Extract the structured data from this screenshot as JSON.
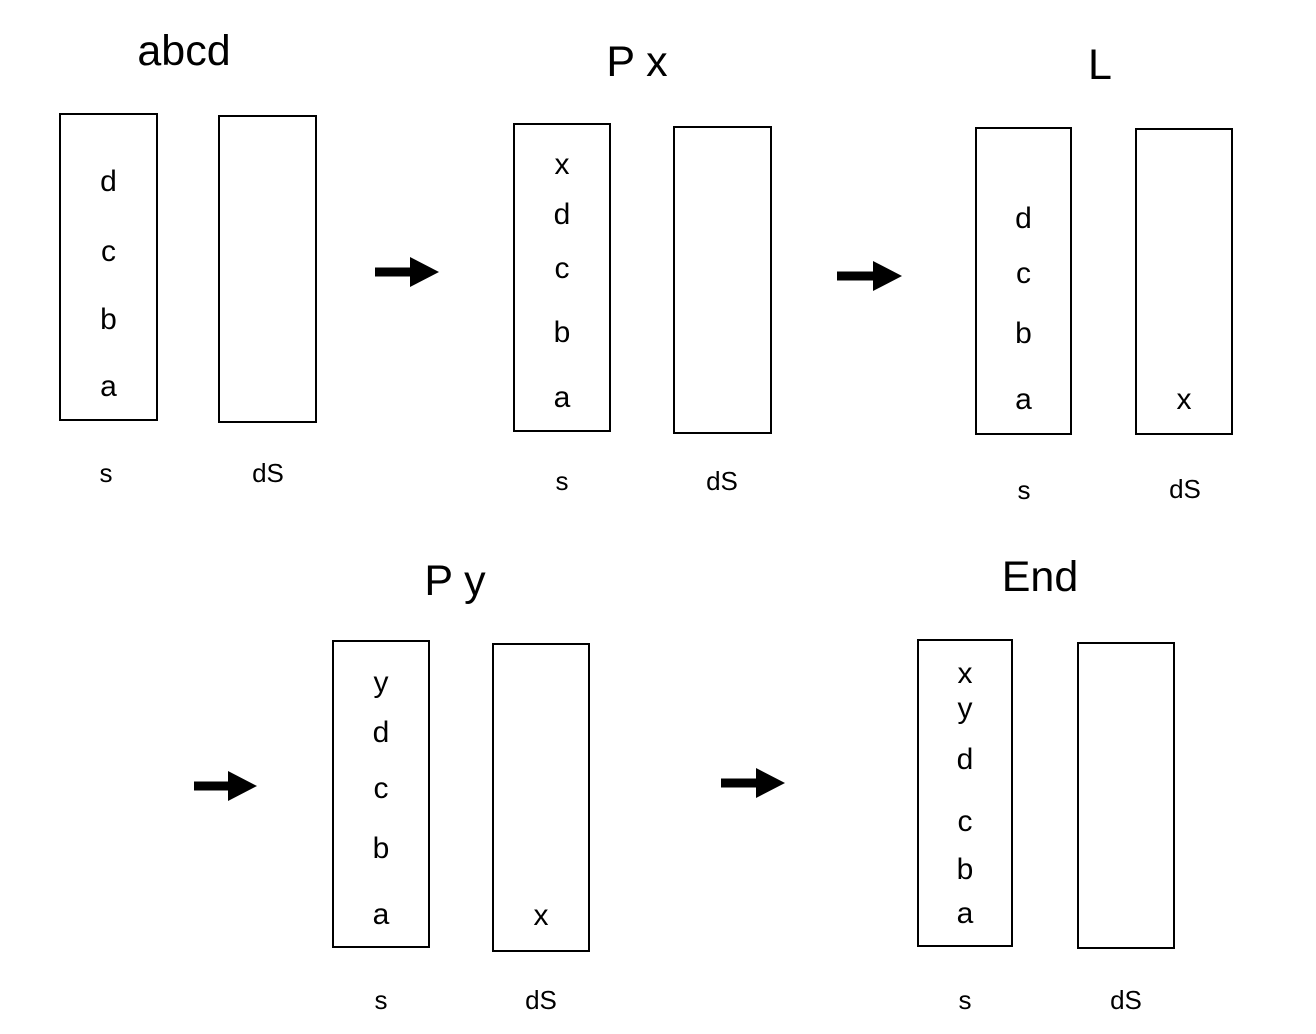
{
  "colors": {
    "ink": "#000000",
    "background": "#ffffff"
  },
  "arrow_icon": "right-arrow",
  "diagram": {
    "panels": [
      {
        "title": "abcd",
        "s_label": "s",
        "ds_label": "dS",
        "s_items": [
          "d",
          "c",
          "b",
          "a"
        ],
        "ds_items": []
      },
      {
        "title": "P x",
        "s_label": "s",
        "ds_label": "dS",
        "s_items": [
          "x",
          "d",
          "c",
          "b",
          "a"
        ],
        "ds_items": []
      },
      {
        "title": "L",
        "s_label": "s",
        "ds_label": "dS",
        "s_items": [
          "d",
          "c",
          "b",
          "a"
        ],
        "ds_items": [
          "x"
        ]
      },
      {
        "title": "P y",
        "s_label": "s",
        "ds_label": "dS",
        "s_items": [
          "y",
          "d",
          "c",
          "b",
          "a"
        ],
        "ds_items": [
          "x"
        ]
      },
      {
        "title": "End",
        "s_label": "s",
        "ds_label": "dS",
        "s_items": [
          "x",
          "y",
          "d",
          "c",
          "b",
          "a"
        ],
        "ds_items": []
      }
    ]
  }
}
